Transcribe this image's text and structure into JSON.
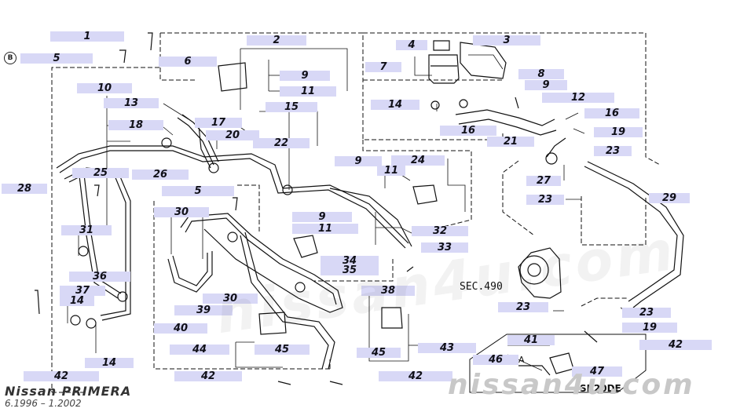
{
  "header": {
    "brand": "Nissan PRIMERA",
    "dates": "6.1996 – 1.2002",
    "watermark": "nissan4u.com",
    "watermark_center": "nissan4u.com"
  },
  "annotations": {
    "sec_ref": "SEC.490",
    "engine_code": "SR20DE",
    "detail_a": "A",
    "circle_marker": "B"
  },
  "callouts": [
    {
      "id": "c1",
      "text": "1"
    },
    {
      "id": "c2",
      "text": "2"
    },
    {
      "id": "c3",
      "text": "3"
    },
    {
      "id": "c4",
      "text": "4"
    },
    {
      "id": "c5a",
      "text": "5"
    },
    {
      "id": "c6",
      "text": "6"
    },
    {
      "id": "c7",
      "text": "7"
    },
    {
      "id": "c8",
      "text": "8"
    },
    {
      "id": "c9a",
      "text": "9"
    },
    {
      "id": "c9b",
      "text": "9"
    },
    {
      "id": "c10",
      "text": "10"
    },
    {
      "id": "c11a",
      "text": "11"
    },
    {
      "id": "c12",
      "text": "12"
    },
    {
      "id": "c13",
      "text": "13"
    },
    {
      "id": "c14a",
      "text": "14"
    },
    {
      "id": "c15",
      "text": "15"
    },
    {
      "id": "c16a",
      "text": "16"
    },
    {
      "id": "c16b",
      "text": "16"
    },
    {
      "id": "c17",
      "text": "17"
    },
    {
      "id": "c18",
      "text": "18"
    },
    {
      "id": "c19a",
      "text": "19"
    },
    {
      "id": "c20",
      "text": "20"
    },
    {
      "id": "c21",
      "text": "21"
    },
    {
      "id": "c22",
      "text": "22"
    },
    {
      "id": "c23a",
      "text": "23"
    },
    {
      "id": "c9c",
      "text": "9"
    },
    {
      "id": "c11b",
      "text": "11"
    },
    {
      "id": "c24",
      "text": "24"
    },
    {
      "id": "c25",
      "text": "25"
    },
    {
      "id": "c26",
      "text": "26"
    },
    {
      "id": "c27",
      "text": "27"
    },
    {
      "id": "c28",
      "text": "28"
    },
    {
      "id": "c5b",
      "text": "5"
    },
    {
      "id": "c23b",
      "text": "23"
    },
    {
      "id": "c29",
      "text": "29"
    },
    {
      "id": "c30a",
      "text": "30"
    },
    {
      "id": "c9d",
      "text": "9"
    },
    {
      "id": "c11c",
      "text": "11"
    },
    {
      "id": "c31",
      "text": "31"
    },
    {
      "id": "c32",
      "text": "32"
    },
    {
      "id": "c33",
      "text": "33"
    },
    {
      "id": "c34",
      "text": "34"
    },
    {
      "id": "c35",
      "text": "35"
    },
    {
      "id": "c36",
      "text": "36"
    },
    {
      "id": "c37",
      "text": "37"
    },
    {
      "id": "c14b",
      "text": "14"
    },
    {
      "id": "c30b",
      "text": "30"
    },
    {
      "id": "c38",
      "text": "38"
    },
    {
      "id": "c39",
      "text": "39"
    },
    {
      "id": "c23c",
      "text": "23"
    },
    {
      "id": "c23d",
      "text": "23"
    },
    {
      "id": "c19b",
      "text": "19"
    },
    {
      "id": "c40",
      "text": "40"
    },
    {
      "id": "c41",
      "text": "41"
    },
    {
      "id": "c42a",
      "text": "42"
    },
    {
      "id": "c44",
      "text": "44"
    },
    {
      "id": "c45a",
      "text": "45"
    },
    {
      "id": "c43",
      "text": "43"
    },
    {
      "id": "c45b",
      "text": "45"
    },
    {
      "id": "c46",
      "text": "46"
    },
    {
      "id": "c14c",
      "text": "14"
    },
    {
      "id": "c47",
      "text": "47"
    },
    {
      "id": "c42b",
      "text": "42"
    },
    {
      "id": "c42c",
      "text": "42"
    },
    {
      "id": "c42d",
      "text": "42"
    }
  ]
}
